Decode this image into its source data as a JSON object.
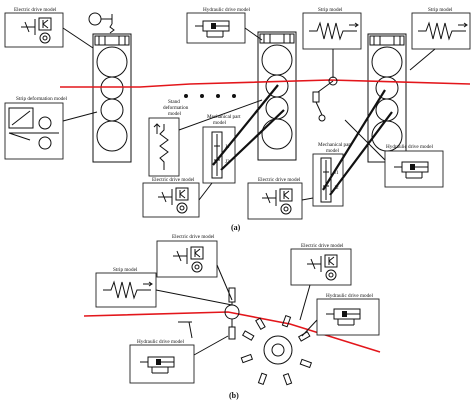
{
  "panel_a": {
    "caption": "(a)",
    "electric_drive_label_1": "Electric drive model",
    "strip_deformation_label": "Strip deformation model",
    "hydraulic_drive_label_top": "Hydraulic drive model",
    "strip_model_label_1": "Strip model",
    "strip_model_label_2": "Strip model",
    "stand_deformation_label_line1": "Stand",
    "stand_deformation_label_line2": "deformation",
    "stand_deformation_label_line3": "model",
    "mechanical_part_label_1_line1": "Mechanical part",
    "mechanical_part_label_1_line2": "model",
    "mechanical_part_label_2_line1": "Mechanical part",
    "mechanical_part_label_2_line2": "model",
    "hydraulic_drive_label_right": "Hydraulic drive model",
    "electric_drive_label_2": "Electric drive model",
    "electric_drive_label_3": "Electric drive model"
  },
  "panel_b": {
    "caption": "(b)",
    "electric_drive_label_1": "Electric drive model",
    "electric_drive_label_2": "Electric drive model",
    "strip_model_label": "Strip model",
    "hydraulic_drive_label_1": "Hydraulic drive model",
    "hydraulic_drive_label_2": "Hydraulic drive model"
  },
  "colors": {
    "strip_line": "#e3161b",
    "ink": "#111111"
  }
}
